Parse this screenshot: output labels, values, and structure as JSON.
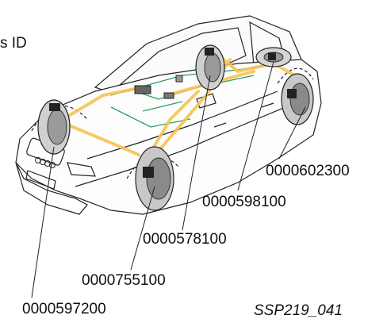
{
  "header": {
    "label": "s ID"
  },
  "callouts": [
    {
      "id": "0000602300"
    },
    {
      "id": "0000598100"
    },
    {
      "id": "0000578100"
    },
    {
      "id": "0000755100"
    },
    {
      "id": "0000597200"
    }
  ],
  "reference": "SSP219_041",
  "colors": {
    "signal": "#f6c453",
    "bus": "#2f9a62",
    "outline": "#222222",
    "tyre": "#bfbfbf",
    "hub": "#8a8a8a"
  }
}
